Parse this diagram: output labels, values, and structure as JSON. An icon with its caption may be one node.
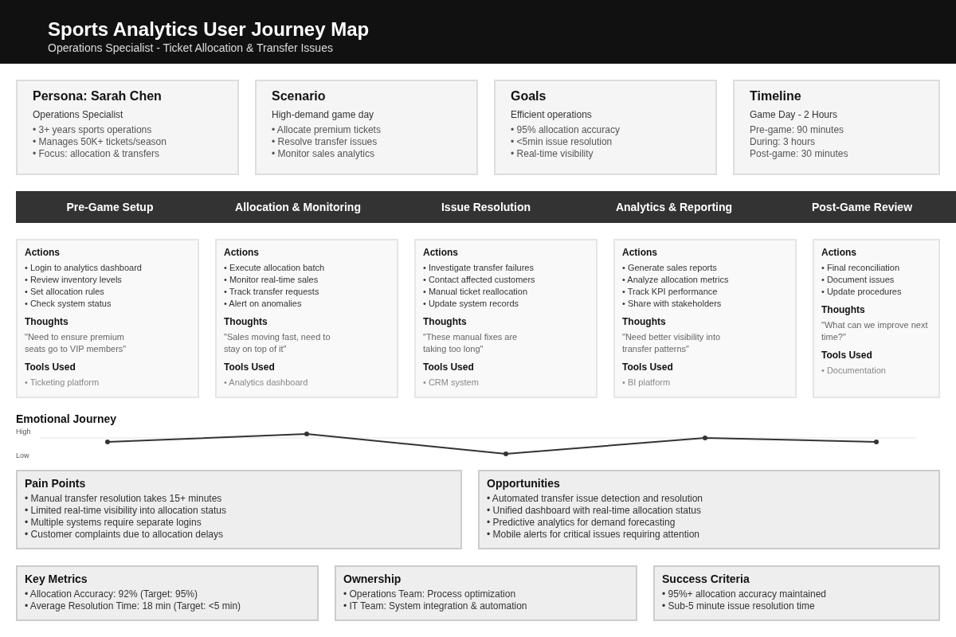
{
  "diagram": {
    "title": "Sports Analytics User Journey Map",
    "nodes": [
      {
        "text": [
          "Persona: Sarah Chen",
          "Operations Specialist",
          "• 3+ years sports operations",
          "• Manages 50K+ tickets/season",
          "• Focus: allocation & transfers"
        ]
      },
      {
        "text": [
          "Scenario",
          "High-demand game day",
          "• Allocate premium tickets",
          "• Resolve transfer issues",
          "• Monitor sales analytics"
        ]
      },
      {
        "text": [
          "Goals",
          "Efficient operations",
          "• 95% allocation accuracy",
          "• <5min issue resolution",
          "• Real-time visibility"
        ]
      },
      {
        "text": [
          "Timeline",
          "Game Day - 2 Hours",
          "Pre-game: 90 minutes",
          "During: 3 hours",
          "Post-game: 30 minutes"
        ]
      },
      {
        "text": [
          "Pre-Game Setup",
          "Allocation & Monitoring",
          "Issue Resolution",
          "Analytics & Reporting",
          "Post-Game Review"
        ]
      },
      {
        "text": [
          "Actions",
          "• Login to analytics dashboard",
          "• Review inventory levels",
          "• Set allocation rules",
          "• Check system status",
          "Thoughts",
          "\"Need to ensure premium seats go to VIP members\"",
          "Tools Used",
          "• Ticketing platform"
        ]
      },
      {
        "text": [
          "Actions",
          "• Execute allocation batch",
          "• Monitor real-time sales",
          "• Track transfer requests",
          "• Alert on anomalies",
          "Thoughts",
          "\"Sales moving fast, need to stay on top of it\"",
          "Tools Used",
          "• Analytics dashboard"
        ]
      },
      {
        "text": [
          "Actions",
          "• Investigate transfer failures",
          "• Contact affected customers",
          "• Manual ticket reallocation",
          "• Update system records",
          "Thoughts",
          "\"These manual fixes are taking too long\"",
          "Tools Used",
          "• CRM system"
        ]
      },
      {
        "text": [
          "Actions",
          "• Generate sales reports",
          "• Analyze allocation metrics",
          "• Track KPI performance",
          "• Share with stakeholders",
          "Thoughts",
          "\"Need better visibility into transfer patterns\"",
          "Tools Used",
          "• BI platform"
        ]
      },
      {
        "text": [
          "Actions",
          "• Final reconciliation",
          "• Document issues",
          "• Update procedures",
          "Thoughts",
          "\"What can we improve next time?\"",
          "Tools Used",
          "• Documentation"
        ]
      },
      {
        "text": [
          "Pain Points",
          "• Manual transfer resolution takes 15+ minutes",
          "• Limited real-time visibility into allocation status",
          "• Multiple systems require separate logins",
          "• Customer complaints due to allocation delays"
        ]
      },
      {
        "text": [
          "Opportunities",
          "• Automated transfer issue detection and resolution",
          "• Unified dashboard with real-time allocation status",
          "• Predictive analytics for demand forecasting",
          "• Mobile alerts for critical issues requiring attention"
        ]
      },
      {
        "text": [
          "Key Metrics",
          "• Allocation Accuracy: 92% (Target: 95%)",
          "• Average Resolution Time: 18 min (Target: <5 min)"
        ]
      },
      {
        "text": [
          "Ownership",
          "• Operations Team: Process optimization",
          "• IT Team: System integration & automation"
        ]
      },
      {
        "text": [
          "Success Criteria",
          "• 95%+ allocation accuracy maintained",
          "• Sub-5 minute issue resolution time"
        ]
      }
    ],
    "labels": [
      "Operations Specialist - Ticket Allocation & Transfer Issues",
      "Emotional Journey",
      "High",
      "Low"
    ]
  }
}
